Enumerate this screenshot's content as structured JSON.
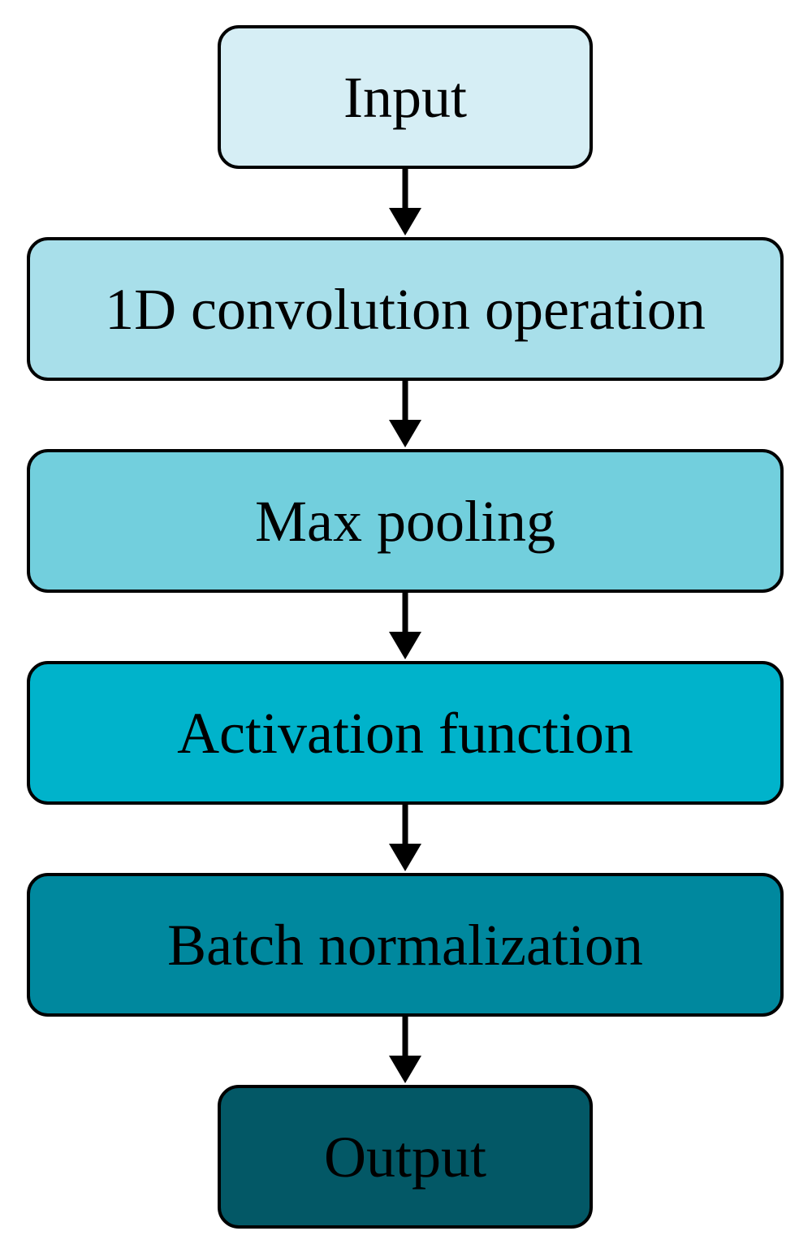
{
  "diagram": {
    "nodes": [
      {
        "label": "Input",
        "color": "#d6eef5"
      },
      {
        "label": "1D convolution operation",
        "color": "#a8dfea"
      },
      {
        "label": "Max pooling",
        "color": "#72cfdd"
      },
      {
        "label": "Activation function",
        "color": "#00b3cb"
      },
      {
        "label": "Batch normalization",
        "color": "#00889e"
      },
      {
        "label": "Output",
        "color": "#035866"
      }
    ],
    "edge_color": "#000000"
  }
}
